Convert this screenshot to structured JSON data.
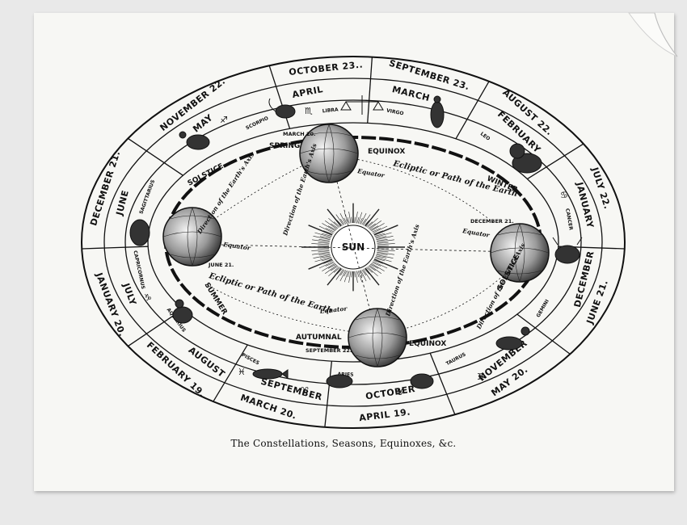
{
  "caption": "The Constellations, Seasons, Equinoxes, &c.",
  "center": {
    "sun_label": "SUN"
  },
  "outer_ring": [
    {
      "id": "o-oct23",
      "text": "OCTOBER 23..",
      "angle": 96
    },
    {
      "id": "o-sep23",
      "text": "SEPTEMBER 23.",
      "angle": 73
    },
    {
      "id": "o-aug22",
      "text": "AUGUST 22.",
      "angle": 48
    },
    {
      "id": "o-jul22",
      "text": "JULY 22.",
      "angle": 18
    },
    {
      "id": "o-jun21",
      "text": "JUNE 21.",
      "angle": -20
    },
    {
      "id": "o-may20",
      "text": "MAY 20.",
      "angle": -53
    },
    {
      "id": "o-apr19",
      "text": "APRIL 19.",
      "angle": -83
    },
    {
      "id": "o-mar20",
      "text": "MARCH 20.",
      "angle": -109
    },
    {
      "id": "o-feb19",
      "text": "FEBRUARY 19.",
      "angle": -133
    },
    {
      "id": "o-jan20",
      "text": "JANUARY 20.",
      "angle": -159
    },
    {
      "id": "o-dec21",
      "text": "DECEMBER 21.",
      "angle": 162
    },
    {
      "id": "o-nov22",
      "text": "NOVEMBER 22.",
      "angle": 128
    }
  ],
  "middle_ring": [
    {
      "id": "m-apr",
      "text": "APRIL",
      "angle": 101
    },
    {
      "id": "m-mar",
      "text": "MARCH",
      "angle": 76
    },
    {
      "id": "m-feb",
      "text": "FEBRUARY",
      "angle": 46
    },
    {
      "id": "m-jan",
      "text": "JANUARY",
      "angle": 14
    },
    {
      "id": "m-dec",
      "text": "DECEMBER",
      "angle": -14
    },
    {
      "id": "m-nov",
      "text": "NOVEMBER",
      "angle": -51
    },
    {
      "id": "m-oct",
      "text": "OCTOBER",
      "angle": -81
    },
    {
      "id": "m-sep",
      "text": "SEPTEMBER",
      "angle": -105
    },
    {
      "id": "m-aug",
      "text": "AUGUST",
      "angle": -128
    },
    {
      "id": "m-jul",
      "text": "JULY",
      "angle": -160
    },
    {
      "id": "m-jun",
      "text": "JUNE",
      "angle": 165
    },
    {
      "id": "m-may",
      "text": "MAY",
      "angle": 129
    }
  ],
  "sign_names": [
    {
      "id": "s-scorpio",
      "text": "SCORPIO",
      "angle": 116
    },
    {
      "id": "s-libra",
      "text": "LIBRA",
      "angle": 96
    },
    {
      "id": "s-virgo",
      "text": "VIRGO",
      "angle": 79
    },
    {
      "id": "s-leo",
      "text": "LEO",
      "angle": 53
    },
    {
      "id": "s-cancer",
      "text": "CANCER",
      "angle": 10
    },
    {
      "id": "s-gemini",
      "text": "GEMINI",
      "angle": -30
    },
    {
      "id": "s-taurus",
      "text": "TAURUS",
      "angle": -62
    },
    {
      "id": "s-aries",
      "text": "ARIES",
      "angle": -92
    },
    {
      "id": "s-pisces",
      "text": "PISCES",
      "angle": -118
    },
    {
      "id": "s-aquarius",
      "text": "AQUARIUS",
      "angle": -144
    },
    {
      "id": "s-capricornus",
      "text": "CAPRICORNUS",
      "angle": -168
    },
    {
      "id": "s-sagittarius",
      "text": "SAGITTARIUS",
      "angle": 160
    }
  ],
  "seasons": {
    "spring": "SPRING",
    "spring_date": "MARCH 20.",
    "spring_equinox": "EQUINOX",
    "winter": "WINTER",
    "winter_date": "DECEMBER 21.",
    "winter_solstice": "SOLSTICE",
    "summer": "SUMMER",
    "summer_date": "JUNE 21.",
    "summer_solstice": "SOLSTICE",
    "autumnal": "AUTUMNAL",
    "autumn_date": "SEPTEMBER 22.",
    "autumn_equinox": "EQUINOX"
  },
  "orbit_labels": {
    "ecliptic_top": "Ecliptic or Path of the Earth",
    "ecliptic_bottom": "Ecliptic or Path of the Earth",
    "equator": "Equator",
    "axis": "Direction of the Earth's Axis"
  },
  "symbols": {
    "scorpio": "♏",
    "libra": "♎",
    "virgo": "♍",
    "leo": "♌",
    "cancer": "♋",
    "gemini": "♊",
    "taurus": "♉",
    "aries": "♈",
    "pisces": "♓",
    "aquarius": "♒",
    "capricornus": "♑",
    "sagittarius": "♐"
  },
  "colors": {
    "ink": "#111111",
    "paper": "#f7f7f4",
    "background": "#e9e9e9"
  }
}
